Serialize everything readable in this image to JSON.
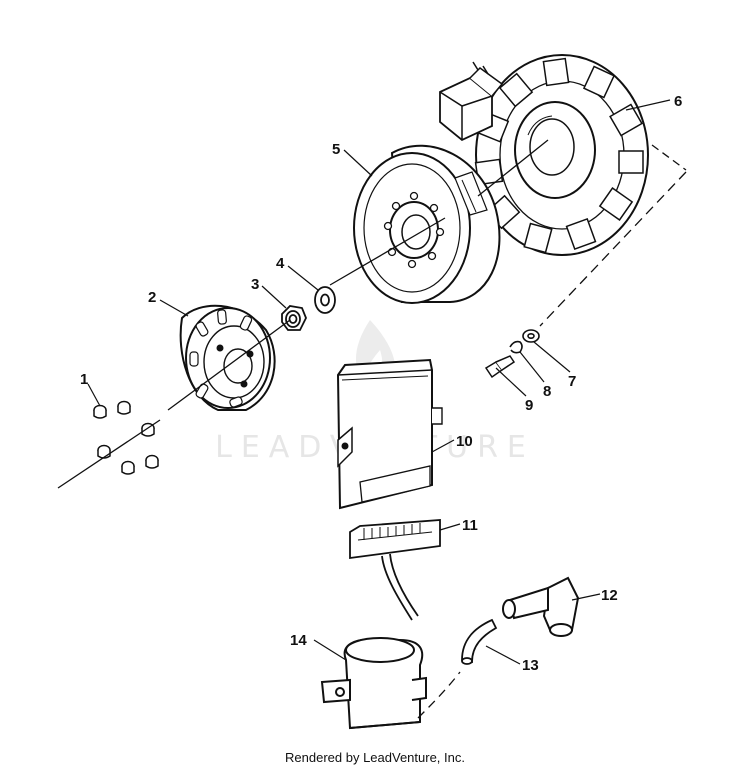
{
  "diagram": {
    "callouts": [
      "1",
      "2",
      "3",
      "4",
      "5",
      "6",
      "7",
      "8",
      "9",
      "10",
      "11",
      "12",
      "13",
      "14"
    ],
    "watermark": "LEADVENTURE"
  },
  "footer": {
    "text": "Rendered by LeadVenture, Inc."
  }
}
